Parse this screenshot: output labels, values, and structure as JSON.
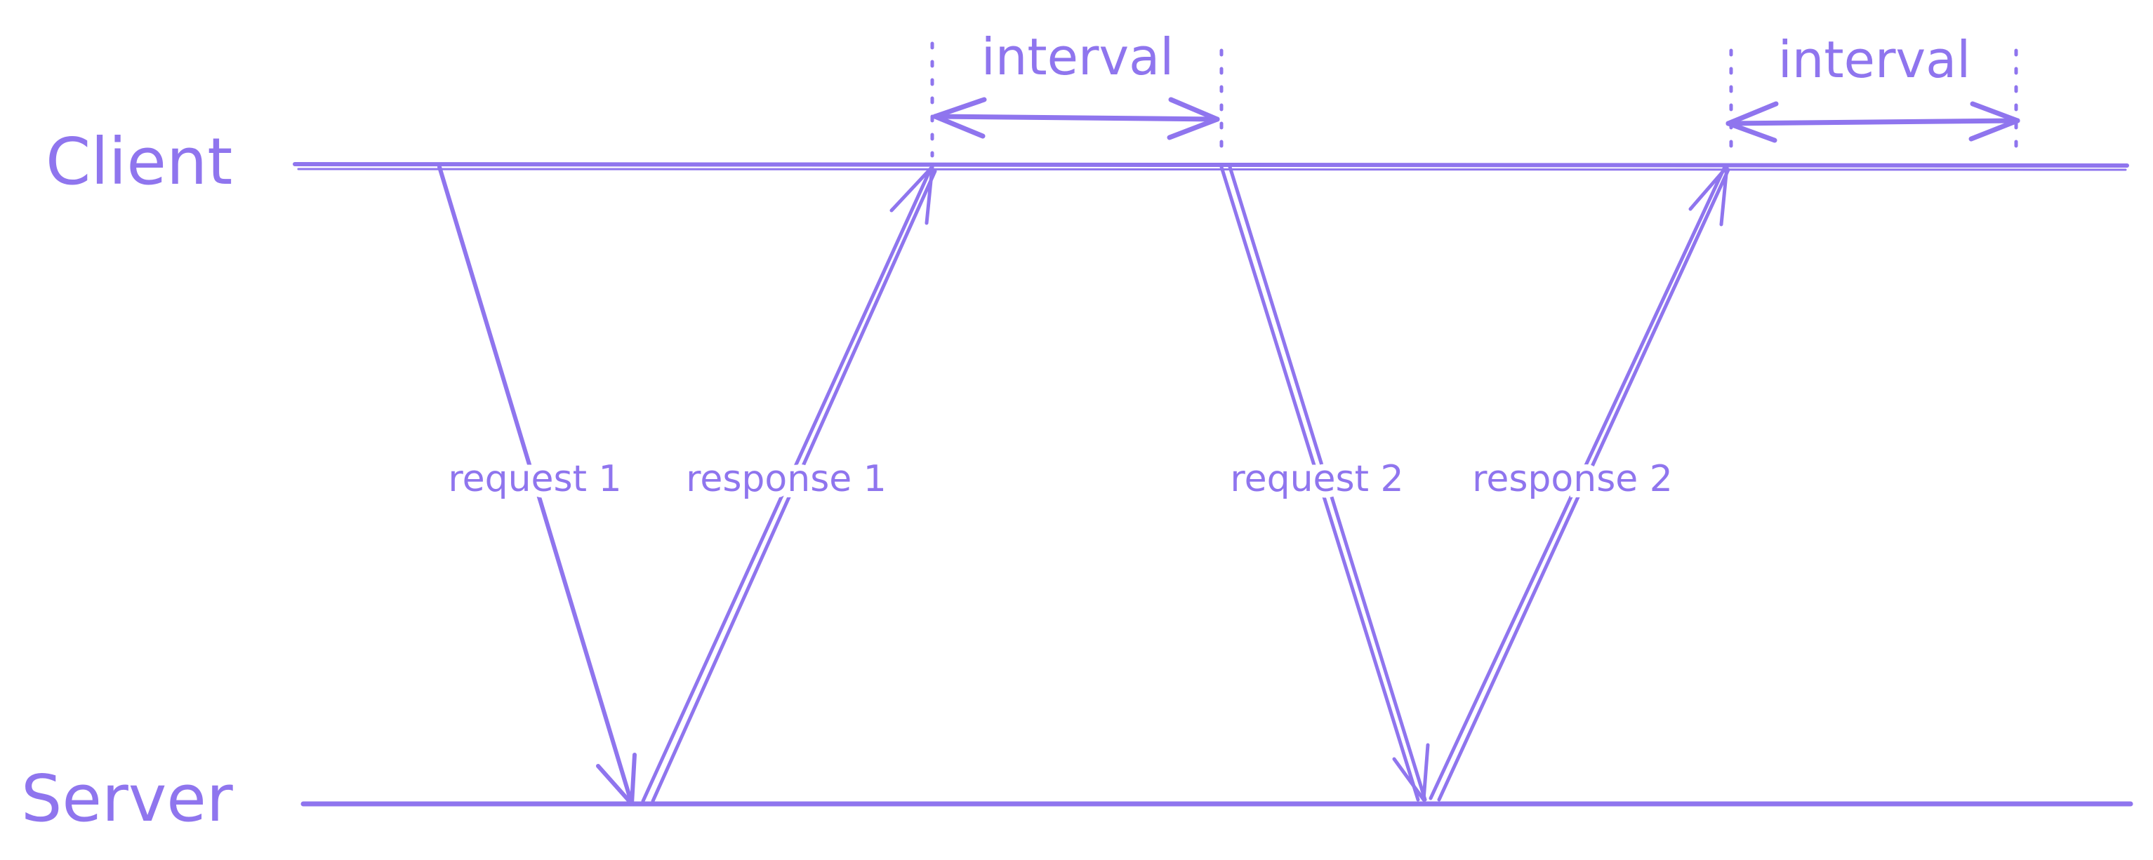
{
  "colors": {
    "stroke": "#8f75ee",
    "background": "#ffffff"
  },
  "actors": {
    "client": "Client",
    "server": "Server"
  },
  "messages": [
    {
      "label": "request 1",
      "direction": "client-to-server"
    },
    {
      "label": "response 1",
      "direction": "server-to-client"
    },
    {
      "label": "request 2",
      "direction": "client-to-server"
    },
    {
      "label": "response 2",
      "direction": "server-to-client"
    }
  ],
  "intervals": [
    {
      "label": "interval"
    },
    {
      "label": "interval"
    }
  ]
}
